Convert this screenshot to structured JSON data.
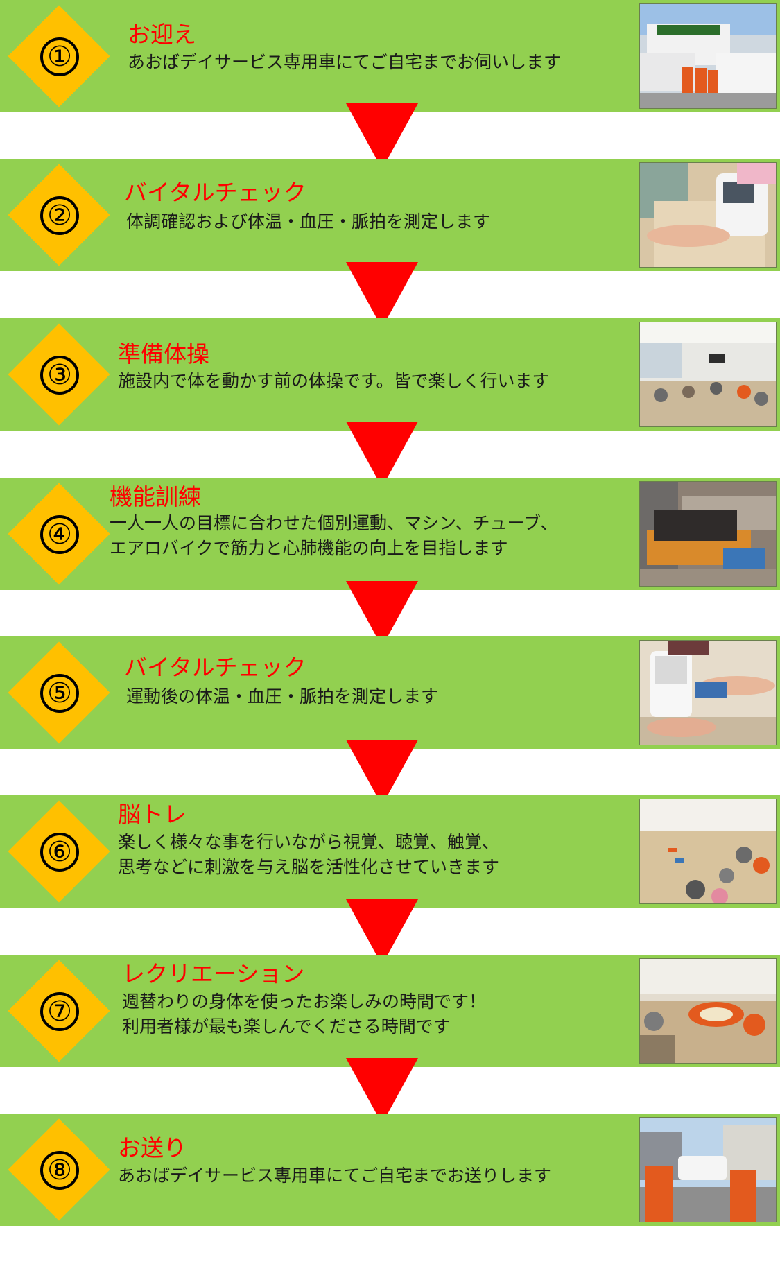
{
  "steps": [
    {
      "number": "①",
      "title": "お迎え",
      "lines": [
        "あおばデイサービス専用車にてご自宅までお伺いします"
      ],
      "photo": "van-staff-photo"
    },
    {
      "number": "②",
      "title": "バイタルチェック",
      "lines": [
        "体調確認および体温・血圧・脈拍を測定します"
      ],
      "photo": "blood-pressure-photo"
    },
    {
      "number": "③",
      "title": "準備体操",
      "lines": [
        "施設内で体を動かす前の体操です。皆で楽しく行います"
      ],
      "photo": "exercise-room-photo"
    },
    {
      "number": "④",
      "title": "機能訓練",
      "lines": [
        "一人一人の目標に合わせた個別運動、マシン、チューブ、",
        "エアロバイクで筋力と心肺機能の向上を目指します"
      ],
      "photo": "training-machine-photo"
    },
    {
      "number": "⑤",
      "title": "バイタルチェック",
      "lines": [
        "運動後の体温・血圧・脈拍を測定します"
      ],
      "photo": "blood-pressure-photo-2"
    },
    {
      "number": "⑥",
      "title": "脳トレ",
      "lines": [
        "楽しく様々な事を行いながら視覚、聴覚、触覚、",
        "思考などに刺激を与え脳を活性化させていきます"
      ],
      "photo": "brain-training-photo"
    },
    {
      "number": "⑦",
      "title": "レクリエーション",
      "lines": [
        "週替わりの身体を使ったお楽しみの時間です！",
        "利用者様が最も楽しんでくださる時間です"
      ],
      "photo": "recreation-photo"
    },
    {
      "number": "⑧",
      "title": "お送り",
      "lines": [
        "あおばデイサービス専用車にてご自宅までお送りします"
      ],
      "photo": "send-off-photo"
    }
  ],
  "colors": {
    "band": "#92d050",
    "arrow": "#ff0000",
    "badge": "#ffc000",
    "title": "#ff0000"
  }
}
